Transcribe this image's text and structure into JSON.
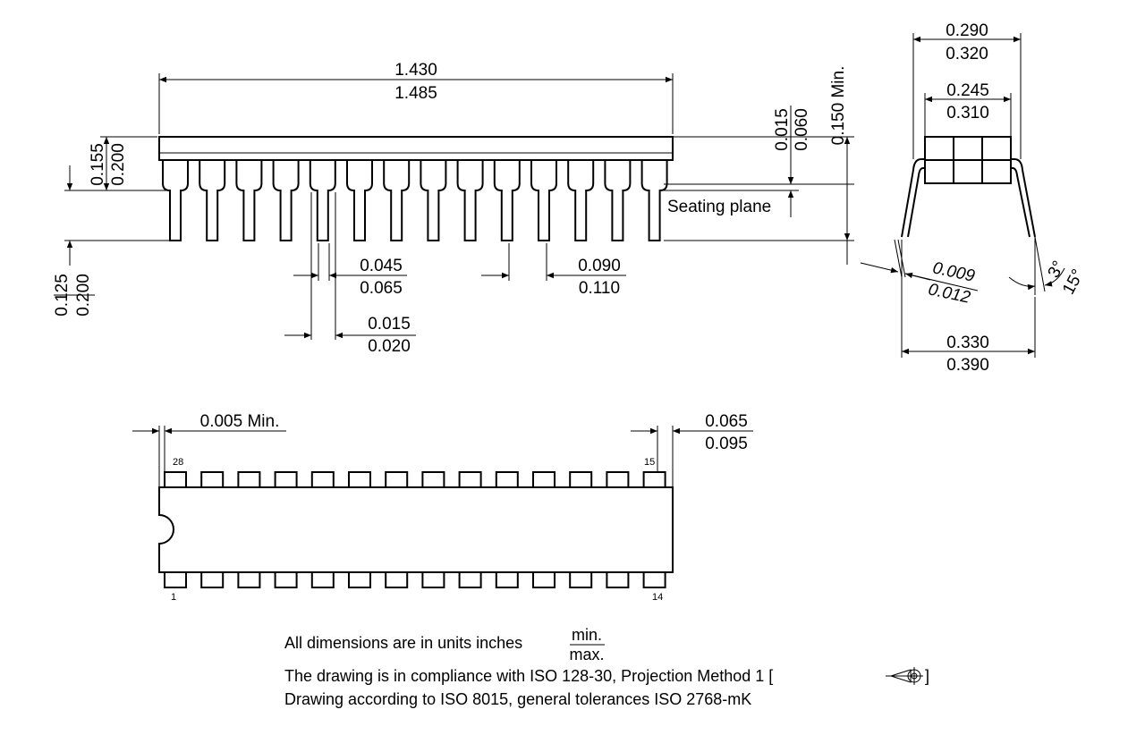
{
  "dims": {
    "body_length_min": "1.430",
    "body_length_max": "1.485",
    "body_height_min": "0.155",
    "body_height_max": "0.200",
    "standoff_min": "0.015",
    "standoff_max": "0.060",
    "seating_height": "0.150 Min.",
    "seating_plane": "Seating plane",
    "lead_length_min": "0.125",
    "lead_length_max": "0.200",
    "lead_shoulder_min": "0.045",
    "lead_shoulder_max": "0.065",
    "pitch_min": "0.090",
    "pitch_max": "0.110",
    "lead_width_min": "0.015",
    "lead_width_max": "0.020",
    "row_outer_min": "0.290",
    "row_outer_max": "0.320",
    "body_width_min": "0.245",
    "body_width_max": "0.310",
    "lead_thick_min": "0.009",
    "lead_thick_max": "0.012",
    "angle_min": "3°",
    "angle_max": "15°",
    "spread_min": "0.330",
    "spread_max": "0.390",
    "end_gap": "0.005 Min.",
    "end_lead_min": "0.065",
    "end_lead_max": "0.095"
  },
  "pins": {
    "top_left": "28",
    "top_right": "15",
    "bottom_left": "1",
    "bottom_right": "14"
  },
  "notes": {
    "units_prefix": "All dimensions are in units inches",
    "units_min": "min.",
    "units_max": "max.",
    "iso_projection": "The drawing is in compliance with ISO 128-30, Projection Method 1 [",
    "iso_close": "]",
    "iso_tolerances": "Drawing according to ISO 8015, general tolerances ISO 2768-mK"
  },
  "icons": {
    "projection": "first-angle-projection-icon"
  }
}
